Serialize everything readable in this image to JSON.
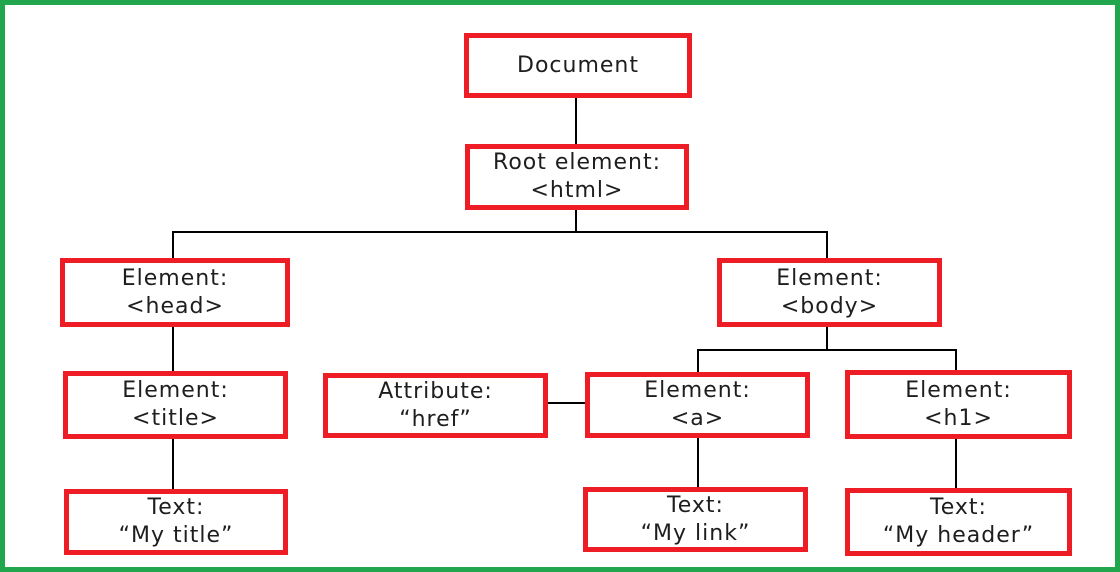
{
  "colors": {
    "frame_green": "#21a64d",
    "box_border_red": "#ee1c25",
    "line_black": "#000000",
    "text_black": "#1e1e1e",
    "background": "#ffffff"
  },
  "nodes": {
    "document": {
      "lines": [
        "Document"
      ]
    },
    "root": {
      "lines": [
        "Root element:",
        "<html>"
      ]
    },
    "head": {
      "lines": [
        "Element:",
        "<head>"
      ]
    },
    "body": {
      "lines": [
        "Element:",
        "<body>"
      ]
    },
    "title": {
      "lines": [
        "Element:",
        "<title>"
      ]
    },
    "attribute": {
      "lines": [
        "Attribute:",
        "“href”"
      ]
    },
    "anchor": {
      "lines": [
        "Element:",
        "<a>"
      ]
    },
    "h1": {
      "lines": [
        "Element:",
        "<h1>"
      ]
    },
    "text_title": {
      "lines": [
        "Text:",
        "“My title”"
      ]
    },
    "text_link": {
      "lines": [
        "Text:",
        "“My link”"
      ]
    },
    "text_header": {
      "lines": [
        "Text:",
        "“My header”"
      ]
    }
  }
}
